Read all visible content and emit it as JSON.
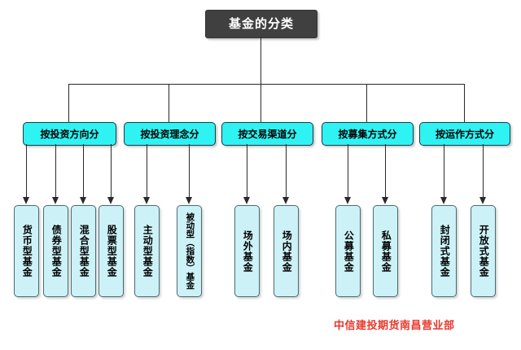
{
  "diagram": {
    "root": {
      "label": "基金的分类"
    },
    "categories": [
      {
        "label": "按投资方向分"
      },
      {
        "label": "按投资理念分"
      },
      {
        "label": "按交易渠道分"
      },
      {
        "label": "按募集方式分"
      },
      {
        "label": "按运作方式分"
      }
    ],
    "leaves": [
      {
        "label": "货币型基金"
      },
      {
        "label": "债券型基金"
      },
      {
        "label": "混合型基金"
      },
      {
        "label": "股票型基金"
      },
      {
        "label": "主动型基金"
      },
      {
        "label": "被动型（指数）基金"
      },
      {
        "label": "场外基金"
      },
      {
        "label": "场内基金"
      },
      {
        "label": "公募基金"
      },
      {
        "label": "私募基金"
      },
      {
        "label": "封闭式基金"
      },
      {
        "label": "开放式基金"
      }
    ],
    "watermark": "中信建投期货南昌营业部",
    "colors": {
      "root_fill": "#404040",
      "root_text": "#ffffff",
      "category_fill": "#2ff2f2",
      "leaf_fill": "#ccf2f7",
      "line": "#2a2a2a",
      "watermark_text": "#e8372b",
      "background": "#ffffff"
    }
  }
}
